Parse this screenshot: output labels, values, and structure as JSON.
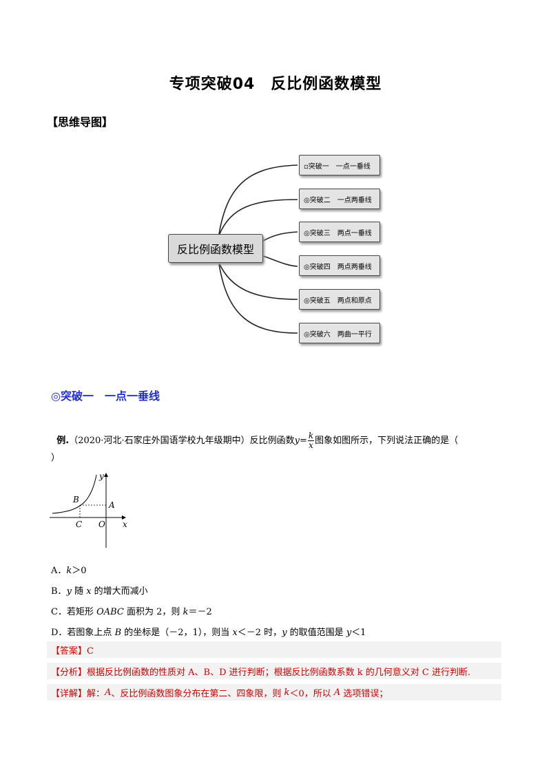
{
  "title": "专项突破04　反比例函数模型",
  "mindmap": {
    "label": "【思维导图】",
    "root": "反比例函数模型",
    "nodes": [
      "▫突破一　一点一垂线",
      "◎突破二　一点两垂线",
      "◎突破三　两点一垂线",
      "◎突破四　两点两垂线",
      "◎突破五　两点和原点",
      "◎突破六　两曲一平行"
    ]
  },
  "section": {
    "heading": "◎突破一　一点一垂线"
  },
  "example": {
    "label": "例.",
    "source": "（2020·河北·石家庄外国语学校九年级期中）反比例函数",
    "func_y": "y",
    "func_eq": "=",
    "frac_num": "k",
    "frac_den": "x",
    "tail": "图象如图所示，下列说法正确的是（",
    "close": "）"
  },
  "figure": {
    "label_y": "y",
    "label_x": "x",
    "label_B": "B",
    "label_A": "A",
    "label_C": "C",
    "label_O": "O"
  },
  "options": {
    "A": {
      "prefix": "A．",
      "var": "k",
      "rest": "＞0"
    },
    "B": {
      "prefix": "B．",
      "var1": "y",
      "mid": " 随 ",
      "var2": "x",
      "rest": " 的增大而减小"
    },
    "C": {
      "prefix": "C．若矩形 ",
      "shape": "OABC",
      "mid": " 面积为 2，则 ",
      "var": "k",
      "rest": "＝－2"
    },
    "D": {
      "prefix": "D．若图象上点 ",
      "pt": "B",
      "mid1": " 的坐标是（－2，1），则当 ",
      "var1": "x",
      "mid2": "＜－2 时，",
      "var2": "y",
      "mid3": " 的取值范围是 ",
      "var3": "y",
      "rest": "＜1"
    }
  },
  "answer": {
    "line1": "【答案】C",
    "line2": "【分析】根据反比例函数的性质对 A、B、D 进行判断；根据反比例函数系数 k 的几何意义对 C 进行判断.",
    "line3_prefix": "【详解】解：",
    "line3_a": "A",
    "line3_mid": "、反比例函数图象分布在第二、四象限，则 ",
    "line3_k": "k",
    "line3_mid2": "＜0，所以 ",
    "line3_a2": "A",
    "line3_end": " 选项错误；"
  },
  "colors": {
    "section_blue": "#1f2dd8",
    "answer_red": "#d10000",
    "answer_bg": "#f2f2f2"
  }
}
